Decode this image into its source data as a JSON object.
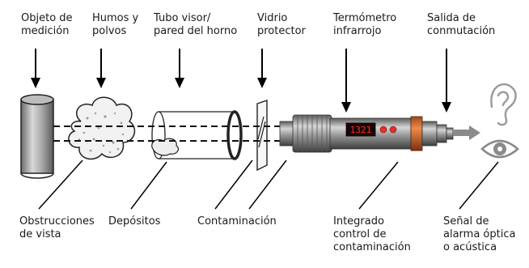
{
  "labels": {
    "objeto": "Objeto de\nmedición",
    "humos": "Humos y\npolvos",
    "tubo": "Tubo visor/\npared del horno",
    "vidrio": "Vidrio\nprotector",
    "termometro": "Termómetro\ninfrarrojo",
    "salida": "Salida de\nconmutación",
    "obstrucciones": "Obstrucciones\nde vista",
    "depositos": "Depósitos",
    "contaminacion": "Contaminación",
    "integrado": "Integrado\ncontrol de\ncontaminación",
    "senal": "Señal de\nalarma óptica\no acústica"
  },
  "thermometer": {
    "display": "1321"
  }
}
